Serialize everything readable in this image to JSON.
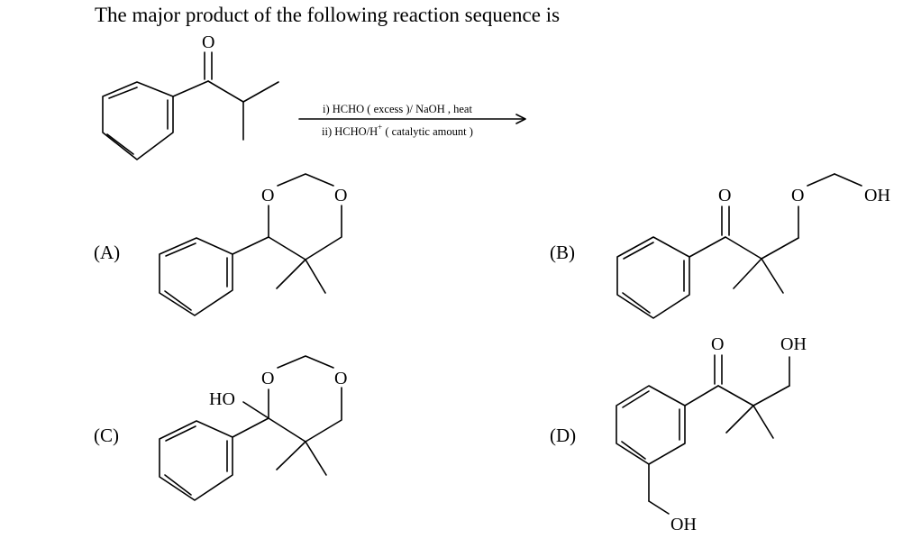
{
  "question": {
    "text": "The major product of the following reaction sequence is"
  },
  "reaction": {
    "step1": "i) HCHO ( excess )/ NaOH , heat",
    "step2": "ii) HCHO/H",
    "step2_sup": "+",
    "step2_tail": " ( catalytic amount )"
  },
  "atoms": {
    "oxygen": "O",
    "hydroxyl": "OH",
    "hydroxyl_left": "HO"
  },
  "options": {
    "a": "(A)",
    "b": "(B)",
    "c": "(C)",
    "d": "(D)"
  }
}
